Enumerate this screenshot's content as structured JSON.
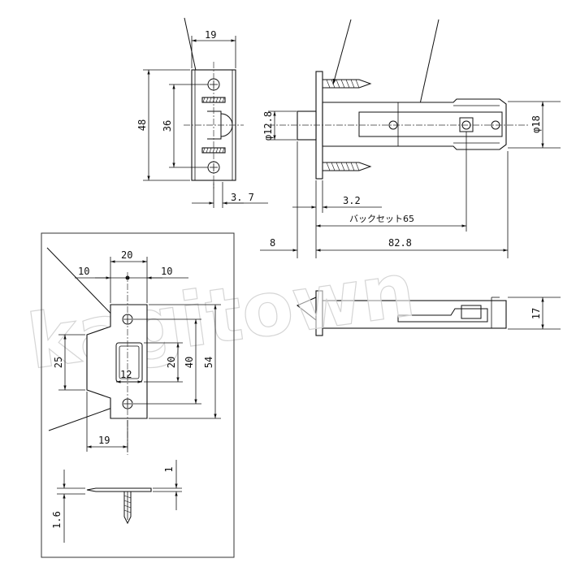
{
  "watermark": {
    "text": "kagitown"
  },
  "front_plate": {
    "width": "19",
    "height": "48",
    "hole_pitch": "36",
    "offset": "3. 7"
  },
  "side_view": {
    "thickness": "3.2",
    "collar_dia": "φ12.8",
    "body_dia": "φ18",
    "backset": "バックセット65",
    "projection": "8",
    "length": "82.8"
  },
  "top_view": {
    "height": "17"
  },
  "strike_plate": {
    "top_width": "20",
    "left_margin": "10",
    "right_margin": "10",
    "left_depth": "25",
    "opening_height": "20",
    "opening_width": "12",
    "hole_pitch": "40",
    "height": "54",
    "bottom_width": "19"
  },
  "strike_side": {
    "thickness": "1",
    "screw_offset": "1.6"
  },
  "colors": {
    "line": "#111111",
    "background": "#ffffff",
    "frame": "#333333"
  }
}
